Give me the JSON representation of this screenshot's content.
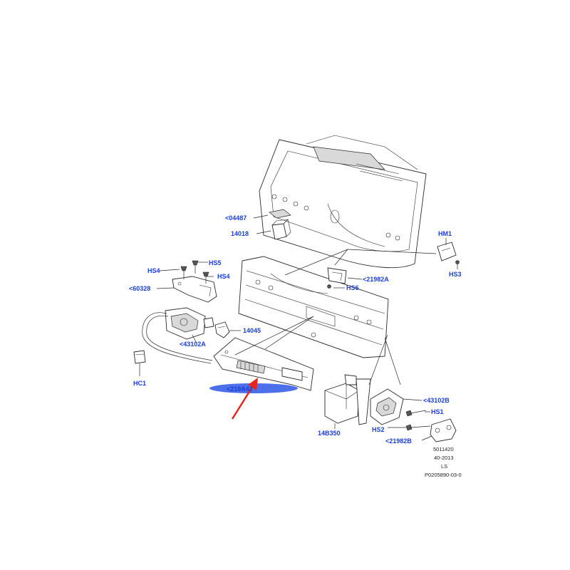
{
  "labels": {
    "p04487": "<04487",
    "p14018": "14018",
    "hs5": "HS5",
    "hs4_left": "HS4",
    "hs4_right": "HS4",
    "p60328": "<60328",
    "p14045": "14045",
    "p43102a": "<43102A",
    "hc1": "HC1",
    "p219a42": "<219A42",
    "hm1": "HM1",
    "hs3": "HS3",
    "p21982a": "<21982A",
    "hs6": "HS6",
    "p43102b": "<43102B",
    "hs1": "HS1",
    "hs2": "HS2",
    "p21982b": "<21982B",
    "p14b350": "14B350"
  },
  "reference_codes": [
    "5011420",
    "40-2013",
    "LS",
    "P0205890-03-0"
  ],
  "colors": {
    "label": "#1a3fd6",
    "highlight_ellipse": "#3d63e8",
    "arrow": "#e8231a"
  }
}
